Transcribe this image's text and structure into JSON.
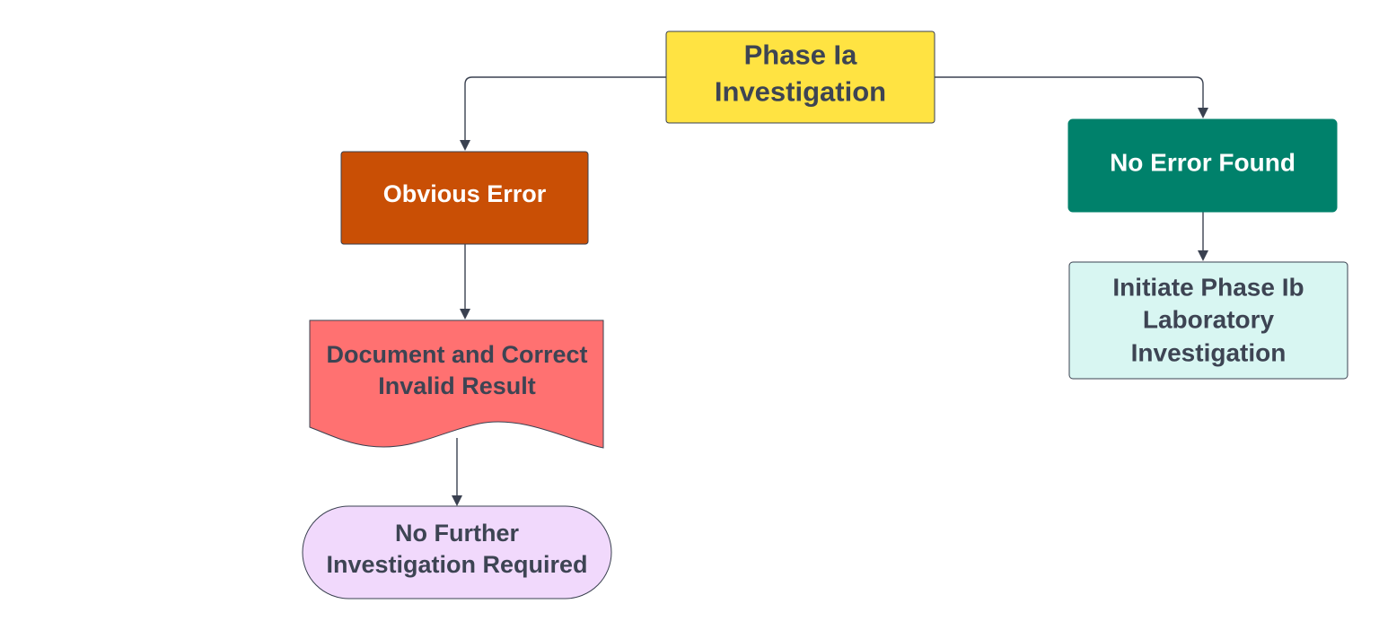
{
  "colors": {
    "background": "#ffffff",
    "connector": "#3a4150",
    "phase_ia_fill": "#ffe342",
    "obvious_error_fill": "#c94f05",
    "no_error_fill": "#00816b",
    "document_fill": "#ff7171",
    "no_further_fill": "#f1d9fc",
    "initiate_fill": "#d8f6f2",
    "dark_text": "#3d4453",
    "light_text": "#ffffff",
    "border": "#3a4150"
  },
  "nodes": {
    "phase_ia": {
      "shape": "rectangle",
      "lines": [
        "Phase Ia",
        "Investigation"
      ]
    },
    "obvious_error": {
      "shape": "rectangle",
      "lines": [
        "Obvious Error"
      ]
    },
    "no_error_found": {
      "shape": "rounded-rectangle",
      "lines": [
        "No Error Found"
      ]
    },
    "document_correct": {
      "shape": "document",
      "lines": [
        "Document and Correct",
        "Invalid Result"
      ]
    },
    "no_further": {
      "shape": "terminator",
      "lines": [
        "No Further",
        "Investigation Required"
      ]
    },
    "initiate_phase_ib": {
      "shape": "rectangle",
      "lines": [
        "Initiate Phase Ib",
        "Laboratory",
        "Investigation"
      ]
    }
  },
  "edges": [
    {
      "from": "phase_ia",
      "to": "obvious_error"
    },
    {
      "from": "phase_ia",
      "to": "no_error_found"
    },
    {
      "from": "obvious_error",
      "to": "document_correct"
    },
    {
      "from": "document_correct",
      "to": "no_further"
    },
    {
      "from": "no_error_found",
      "to": "initiate_phase_ib"
    }
  ]
}
